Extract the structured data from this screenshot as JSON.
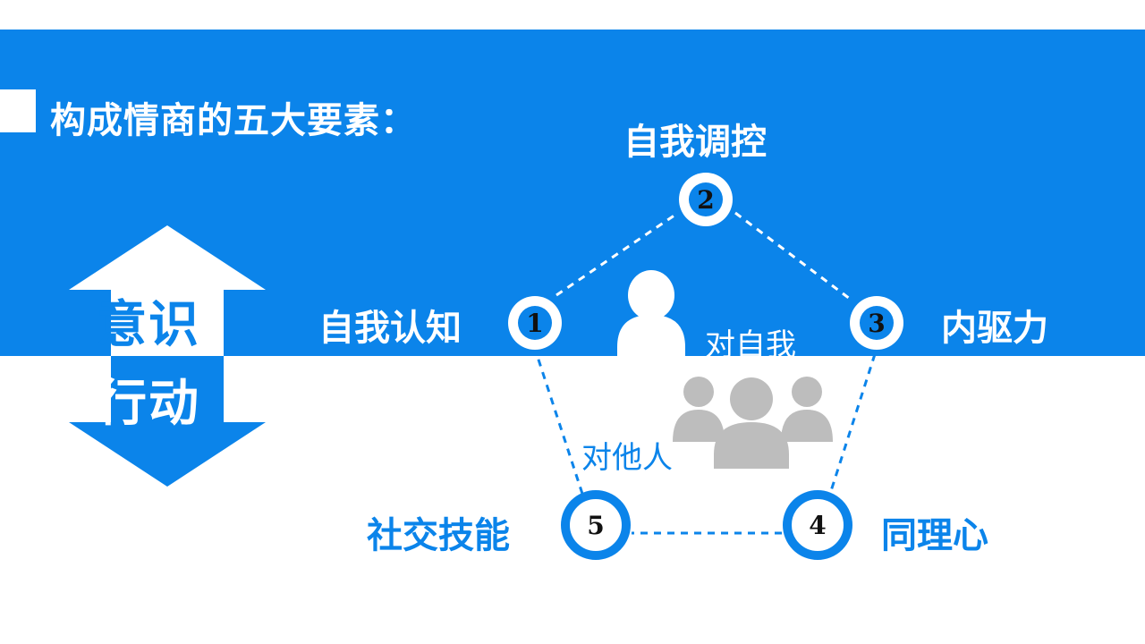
{
  "title": "构成情商的五大要素：",
  "arrow": {
    "top_text": "意识",
    "bottom_text": "行动"
  },
  "nodes": [
    {
      "number": "1",
      "label": "自我认知"
    },
    {
      "number": "2",
      "label": "自我调控"
    },
    {
      "number": "3",
      "label": "内驱力"
    },
    {
      "number": "4",
      "label": "同理心"
    },
    {
      "number": "5",
      "label": "社交技能"
    }
  ],
  "groups": {
    "self": "对自我",
    "others": "对他人"
  },
  "colors": {
    "primary_blue": "#0b84ea",
    "person_gray": "#bdbdbd"
  }
}
